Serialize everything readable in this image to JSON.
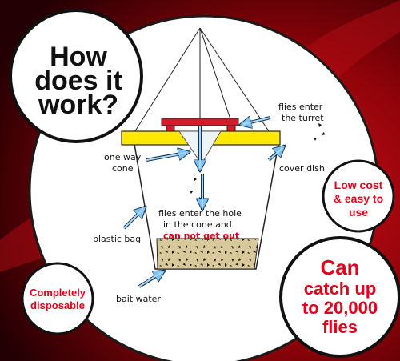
{
  "title": {
    "line1": "How",
    "line2": "does it",
    "line3": "work?"
  },
  "labels": {
    "flies_turret_1": "flies enter",
    "flies_turret_2": "the turret",
    "one_way_1": "one way",
    "one_way_2": "cone",
    "cover_dish": "cover dish",
    "hole_1": "flies enter the hole",
    "hole_2": "in the cone and",
    "hole_3": "can not get out",
    "plastic_bag": "plastic bag",
    "bait_water": "bait water"
  },
  "badges": {
    "low_cost_1": "Low cost",
    "low_cost_2": "& easy to",
    "low_cost_3": "use",
    "disposable_1": "Completely",
    "disposable_2": "disposable",
    "catch_1": "Can",
    "catch_2": "catch up",
    "catch_3": "to 20,000",
    "catch_4": "flies"
  },
  "colors": {
    "accent_red": "#e3001b",
    "lid_yellow": "#ffe800",
    "turret_red": "#d7192a",
    "arrow_blue": "#a8d8ff",
    "background_dark": "#2a0003"
  }
}
